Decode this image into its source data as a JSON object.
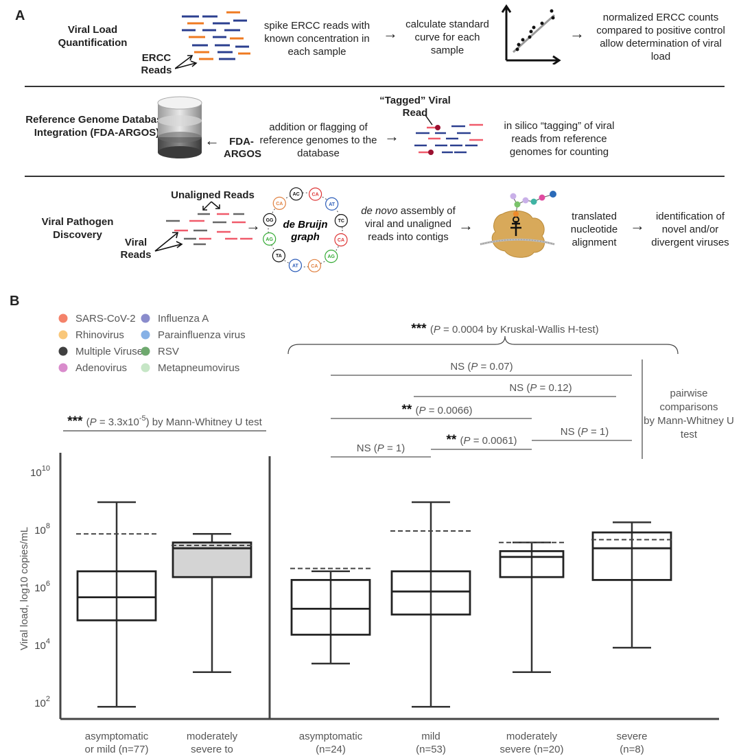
{
  "panelA": {
    "letter": "A",
    "row1": {
      "title": "Viral Load Quantification",
      "label": "ERCC Reads",
      "step1": "spike ERCC reads with known concentration in each sample",
      "step2": "calculate standard curve for each sample",
      "step3": "normalized ERCC counts compared to positive control allow determination of viral load"
    },
    "row2": {
      "title": "Reference Genome Database Integration (FDA-ARGOS)",
      "label": "FDA-ARGOS",
      "step1": "addition or flagging of reference genomes to the database",
      "tagged": "“Tagged” Viral Read",
      "step2": "in silico “tagging” of viral reads from reference genomes for counting"
    },
    "row3": {
      "title": "Viral Pathogen Discovery",
      "unaligned": "Unaligned Reads",
      "viral": "Viral Reads",
      "graph": "de Bruijn graph",
      "step1_italic": "de novo",
      "step1": " assembly of viral and unaligned reads into contigs",
      "step2": "translated nucleotide alignment",
      "step3": "identification of novel and/or divergent viruses",
      "kmers": [
        "AC",
        "CA",
        "AT",
        "TC",
        "CA",
        "AG",
        "CA",
        "AT",
        "TA",
        "AG",
        "GG",
        "CA"
      ]
    }
  },
  "panelB": {
    "letter": "B",
    "legend": [
      {
        "name": "SARS-CoV-2",
        "color": "#f4826a"
      },
      {
        "name": "Rhinovirus",
        "color": "#f9c77a"
      },
      {
        "name": "Multiple Viruses",
        "color": "#404040"
      },
      {
        "name": "Adenovirus",
        "color": "#d98ccc"
      },
      {
        "name": "Influenza A",
        "color": "#8a8ccc"
      },
      {
        "name": "Parainfluenza virus",
        "color": "#86b1e6"
      },
      {
        "name": "RSV",
        "color": "#6fa96f"
      },
      {
        "name": "Metapneumovirus",
        "color": "#c6e6c6"
      }
    ],
    "kw": {
      "stars": "***",
      "pre": "(",
      "p": "P",
      "rest": " = 0.0004 by Kruskal-Wallis H-test)"
    },
    "mw": {
      "stars": "***",
      "pre": "(",
      "p": "P",
      "mid": " = 3.3x10",
      "sup": "-5",
      "post": ") by Mann-Whitney U test"
    },
    "pairwise": "pairwise comparisons by Mann-Whitney U test",
    "comparisons": [
      {
        "stars": "",
        "ns": "NS",
        "p": "P",
        "val": " = 0.07)"
      },
      {
        "stars": "",
        "ns": "NS",
        "p": "P",
        "val": " = 0.12)"
      },
      {
        "stars": "**",
        "ns": "",
        "p": "P",
        "val": " = 0.0066)"
      },
      {
        "stars": "**",
        "ns": "",
        "p": "P",
        "val": " = 0.0061)"
      },
      {
        "stars": "",
        "ns": "NS",
        "p": "P",
        "val": " = 1)"
      },
      {
        "stars": "",
        "ns": "NS",
        "p": "P",
        "val": " = 1)"
      }
    ],
    "chart_data": {
      "type": "box",
      "ylabel": "Viral load, log10 copies/mL",
      "yscale": "log",
      "yticks": [
        {
          "base": "10",
          "exp": "2"
        },
        {
          "base": "10",
          "exp": "4"
        },
        {
          "base": "10",
          "exp": "6"
        },
        {
          "base": "10",
          "exp": "8"
        },
        {
          "base": "10",
          "exp": "10"
        }
      ],
      "groups": [
        {
          "label1": "asymptomatic",
          "label2": "or mild (n=77)",
          "min": 1.9,
          "q1": 4.9,
          "median": 5.7,
          "q3": 6.6,
          "max": 9.0,
          "mean": 7.9,
          "shaded": false
        },
        {
          "label1": "moderately",
          "label2": "severe to",
          "min": 3.1,
          "q1": 6.4,
          "median": 7.4,
          "q3": 7.6,
          "max": 7.9,
          "mean": 7.5,
          "shaded": true
        },
        {
          "label1": "asymptomatic",
          "label2": "(n=24)",
          "min": 3.4,
          "q1": 4.4,
          "median": 5.3,
          "q3": 6.3,
          "max": 6.6,
          "mean": 6.7,
          "shaded": false
        },
        {
          "label1": "mild",
          "label2": "(n=53)",
          "min": 1.9,
          "q1": 5.1,
          "median": 5.9,
          "q3": 6.6,
          "max": 9.0,
          "mean": 8.0,
          "shaded": false
        },
        {
          "label1": "moderately",
          "label2": "severe (n=20)",
          "min": 3.1,
          "q1": 6.4,
          "median": 7.1,
          "q3": 7.3,
          "max": 7.6,
          "mean": 7.6,
          "shaded": false
        },
        {
          "label1": "severe",
          "label2": "(n=8)",
          "min": 3.95,
          "q1": 6.3,
          "median": 7.4,
          "q3": 7.95,
          "max": 8.3,
          "mean": 7.7,
          "shaded": false
        }
      ]
    }
  }
}
